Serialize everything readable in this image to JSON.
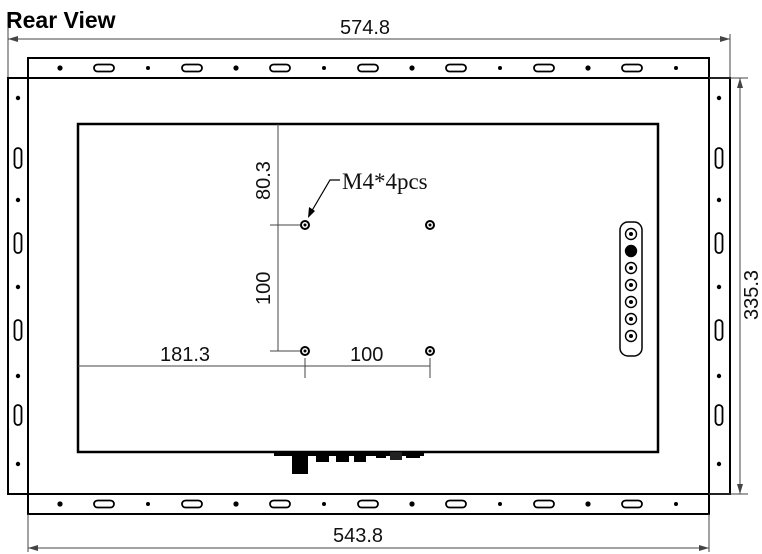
{
  "title": "Rear View",
  "dimensions": {
    "top_width": "574.8",
    "bottom_width": "543.8",
    "right_height": "335.3",
    "vesa_top_offset": "80.3",
    "vesa_vertical": "100",
    "vesa_left_offset": "181.3",
    "vesa_horizontal": "100"
  },
  "callout": "M4*4pcs",
  "osd_buttons": [
    "power-icon",
    "menu-icon",
    "up-icon",
    "down-icon",
    "left-icon",
    "right-icon",
    "exit-icon"
  ]
}
